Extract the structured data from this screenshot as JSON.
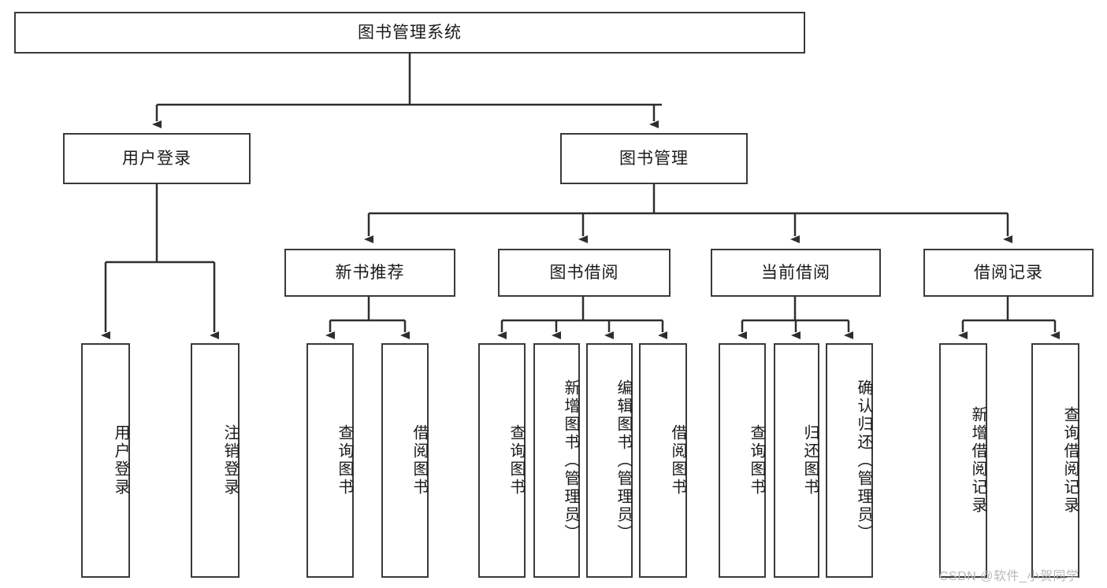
{
  "diagram": {
    "title": "图书管理系统",
    "type": "tree",
    "root": {
      "label": "图书管理系统"
    },
    "level2": [
      {
        "label": "用户登录"
      },
      {
        "label": "图书管理"
      }
    ],
    "level3": [
      {
        "label": "新书推荐"
      },
      {
        "label": "图书借阅"
      },
      {
        "label": "当前借阅"
      },
      {
        "label": "借阅记录"
      }
    ],
    "leaves": {
      "user_login": [
        {
          "label": "用户登录"
        },
        {
          "label": "注销登录"
        }
      ],
      "new_book_recommend": [
        {
          "label": "查询图书"
        },
        {
          "label": "借阅图书"
        }
      ],
      "book_borrow": [
        {
          "label": "查询图书"
        },
        {
          "label": "新增图书（管理员）"
        },
        {
          "label": "编辑图书（管理员）"
        },
        {
          "label": "借阅图书"
        }
      ],
      "current_borrow": [
        {
          "label": "查询图书"
        },
        {
          "label": "归还图书"
        },
        {
          "label": "确认归还（管理员）"
        }
      ],
      "borrow_record": [
        {
          "label": "新增借阅记录"
        },
        {
          "label": "查询借阅记录"
        }
      ]
    }
  },
  "watermark": {
    "text": "CSDN @软件_小贺同学"
  },
  "colors": {
    "stroke": "#3a3a3a",
    "box_fill": "#ffffff",
    "text": "#1a1a1a",
    "watermark": "#b9b9b9"
  }
}
